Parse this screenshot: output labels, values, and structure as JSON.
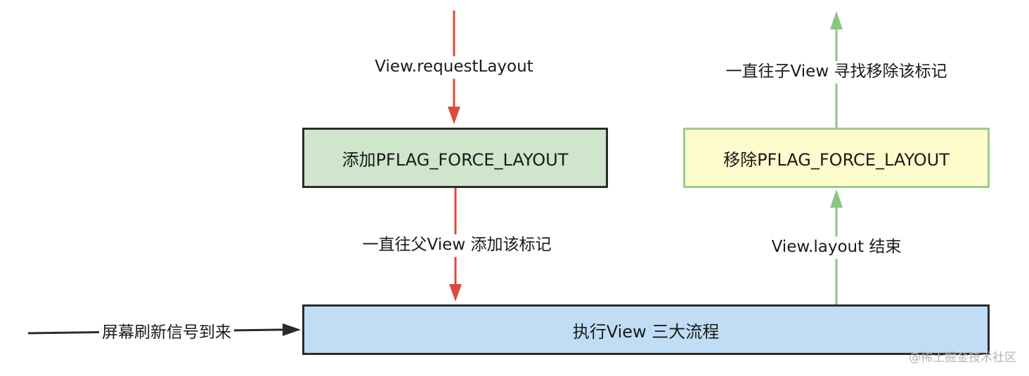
{
  "boxes": {
    "add": {
      "label": "添加PFLAG_FORCE_LAYOUT",
      "fill": "#cfe5cc",
      "border": "#2b2b2b"
    },
    "remove": {
      "label": "移除PFLAG_FORCE_LAYOUT",
      "fill": "#fdfbcc",
      "border": "#9ccb8a"
    },
    "exec": {
      "label": "执行View 三大流程",
      "fill": "#c1ddf5",
      "border": "#2b2b2b"
    }
  },
  "labels": {
    "request": "View.requestLayout",
    "parent": "一直往父View 添加该标记",
    "child": "一直往子View 寻找移除该标记",
    "layout_end": "View.layout 结束",
    "signal": "屏幕刷新信号到来"
  },
  "arrow_colors": {
    "red": "#db4b3c",
    "green": "#8cc482",
    "black": "#2b2b2b"
  },
  "watermark": "@稀土掘金技术社区"
}
